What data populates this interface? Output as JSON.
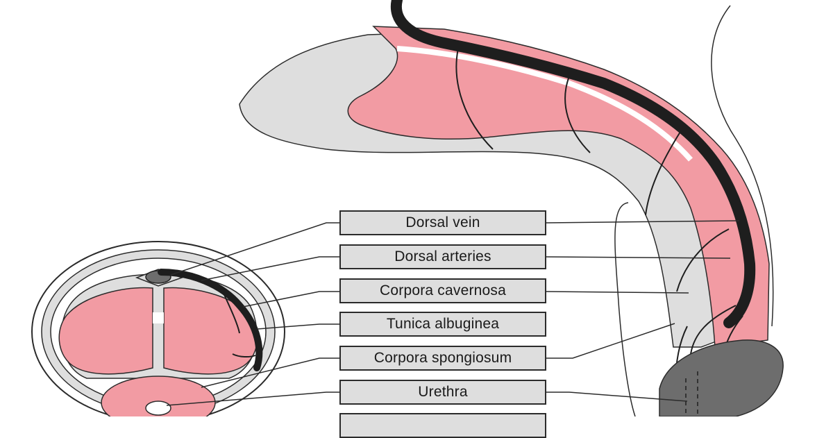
{
  "diagram": {
    "colors": {
      "tissue_pink": "#f29ba3",
      "outer_skin_gray": "#dedede",
      "vein_black": "#1e1e1e",
      "dark_gland_gray": "#6d6d6d",
      "outline": "#2b2b2b"
    },
    "labels": [
      "Dorsal vein",
      "Dorsal arteries",
      "Corpora cavernosa",
      "Tunica albuginea",
      "Corpora spongiosum",
      "Urethra",
      ""
    ]
  }
}
